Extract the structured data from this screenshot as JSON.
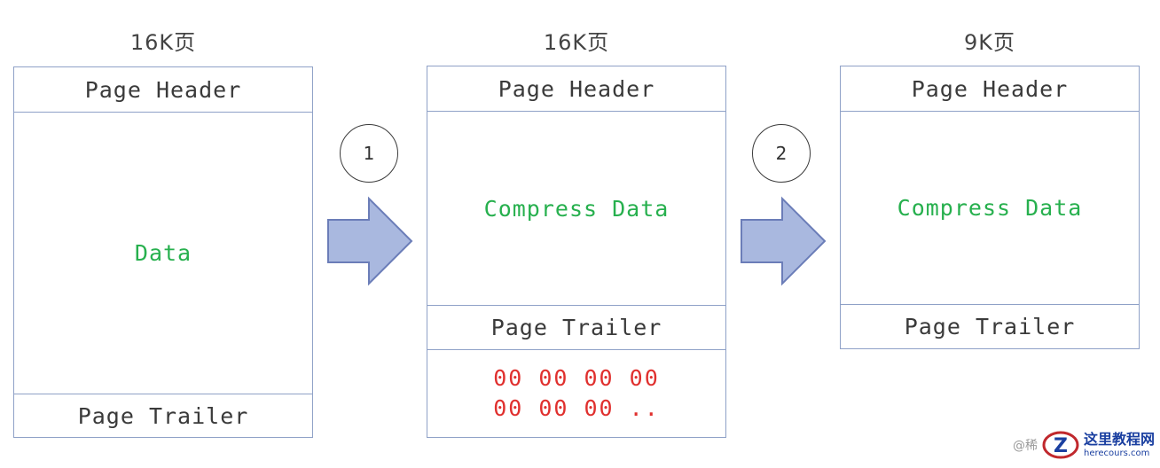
{
  "pages": [
    {
      "title": "16K页",
      "header": "Page Header",
      "body": "Data",
      "trailer": "Page Trailer"
    },
    {
      "title": "16K页",
      "header": "Page Header",
      "body": "Compress Data",
      "trailer": "Page Trailer",
      "padding_lines": [
        "00 00 00 00",
        "00 00 00 .."
      ]
    },
    {
      "title": "9K页",
      "header": "Page Header",
      "body": "Compress Data",
      "trailer": "Page Trailer"
    }
  ],
  "steps": [
    "1",
    "2"
  ],
  "watermark": {
    "prefix": "@稀",
    "site_name": "这里教程网",
    "url": "herecours.com"
  },
  "colors": {
    "border": "#8fa1c7",
    "arrow_fill": "#a9b8df",
    "arrow_stroke": "#6b7db8",
    "data_text": "#27b04e",
    "padding_text": "#e0302e"
  }
}
